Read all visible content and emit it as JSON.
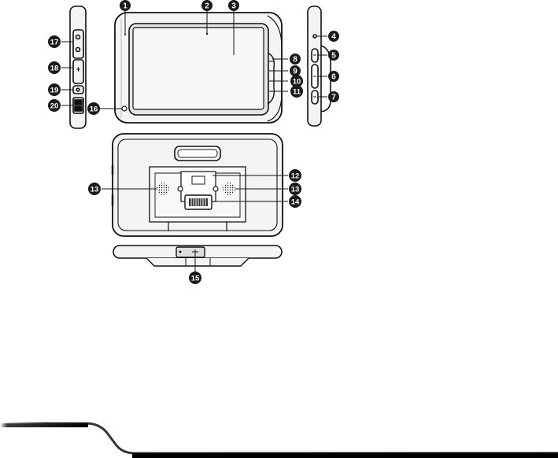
{
  "callouts": [
    {
      "id": "c1",
      "label": "1"
    },
    {
      "id": "c2",
      "label": "2"
    },
    {
      "id": "c3",
      "label": "3"
    },
    {
      "id": "c4",
      "label": "4"
    },
    {
      "id": "c5",
      "label": "5"
    },
    {
      "id": "c6",
      "label": "6"
    },
    {
      "id": "c7",
      "label": "7"
    },
    {
      "id": "c8",
      "label": "8"
    },
    {
      "id": "c9",
      "label": "9"
    },
    {
      "id": "c10",
      "label": "10"
    },
    {
      "id": "c11",
      "label": "11"
    },
    {
      "id": "c12",
      "label": "12"
    },
    {
      "id": "c13a",
      "label": "13"
    },
    {
      "id": "c13b",
      "label": "13"
    },
    {
      "id": "c14",
      "label": "14"
    },
    {
      "id": "c15",
      "label": "15"
    },
    {
      "id": "c16",
      "label": "16"
    },
    {
      "id": "c17",
      "label": "17"
    },
    {
      "id": "c18",
      "label": "18"
    },
    {
      "id": "c19",
      "label": "19"
    },
    {
      "id": "c20",
      "label": "20"
    }
  ],
  "colors": {
    "ink": "#111111",
    "device_fill": "#f3f3f3",
    "screen_fill": "#dcdcdc",
    "callout_fill": "#1a1a1a",
    "callout_text": "#ffffff",
    "footer_bar": "#000000",
    "footer_gradient_start": "#2a2a2a",
    "footer_gradient_end": "#ffffff"
  }
}
